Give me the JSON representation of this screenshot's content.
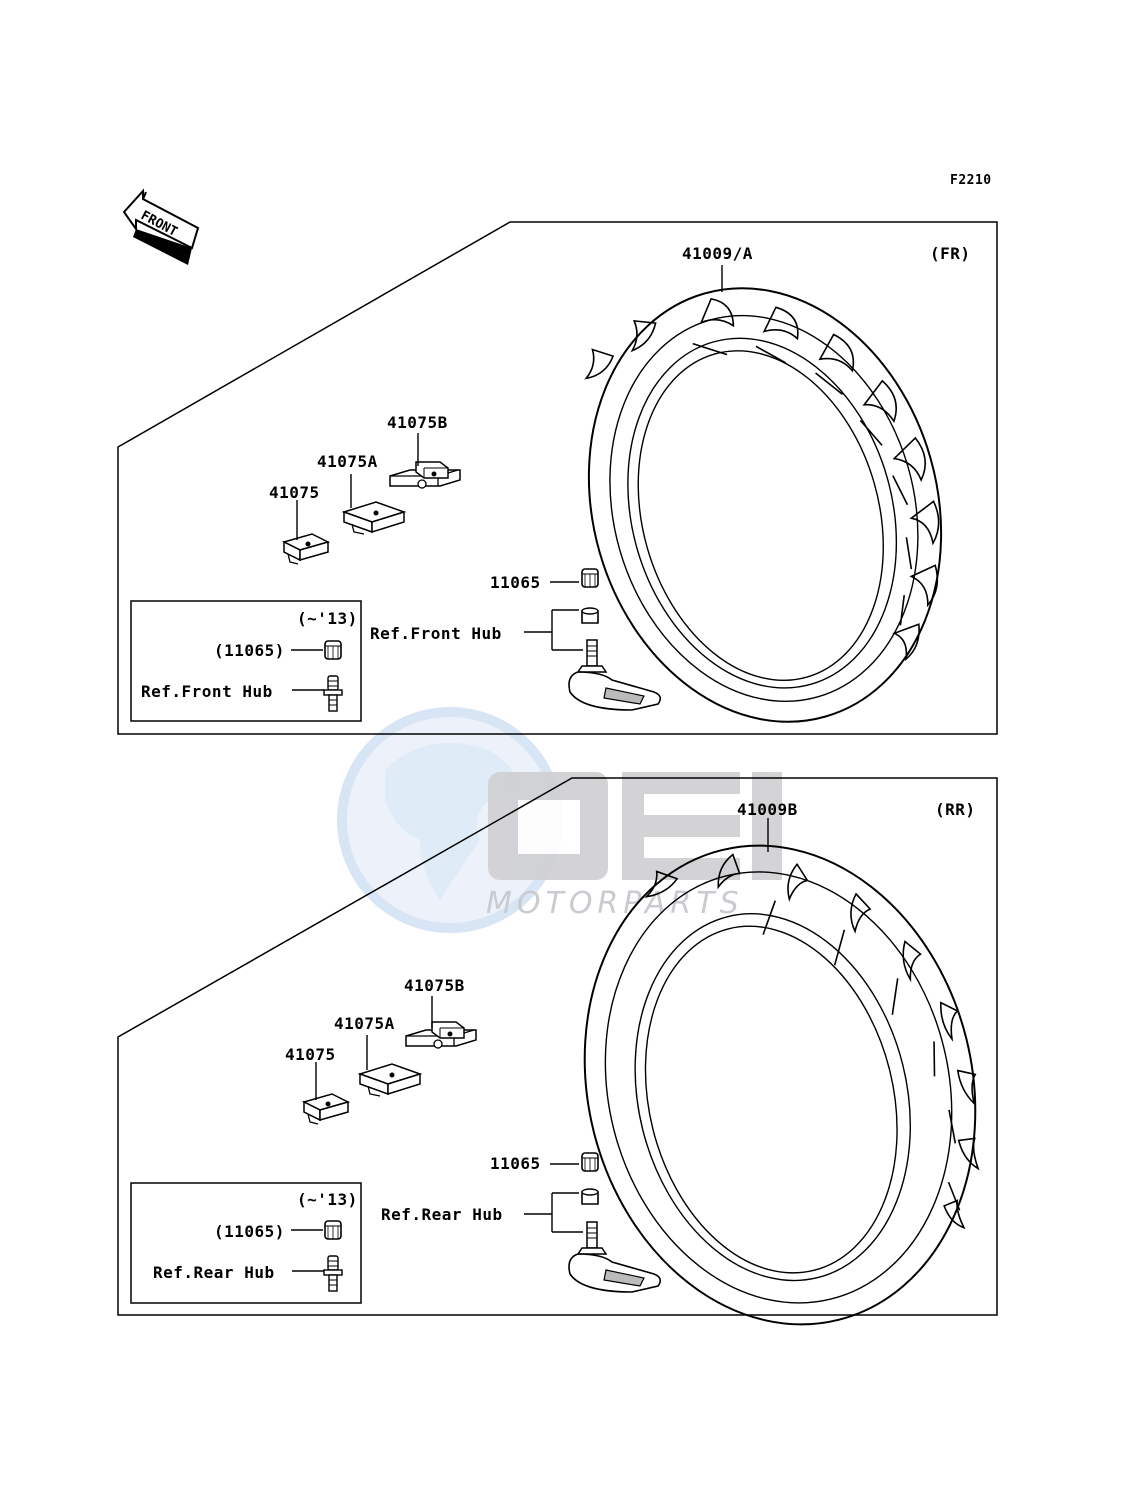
{
  "figure_code": "F2210",
  "front_arrow_label": "FRONT",
  "watermark": {
    "brand": "OEM",
    "tagline": "MOTORPARTS"
  },
  "front_panel": {
    "position": "(FR)",
    "tire_part": "41009/A",
    "weights": [
      "41075",
      "41075A",
      "41075B"
    ],
    "valve_cap": "11065",
    "hub_ref": "Ref.Front Hub",
    "inset": {
      "range": "(~'13)",
      "cap": "(11065)",
      "hub_ref": "Ref.Front Hub"
    }
  },
  "rear_panel": {
    "position": "(RR)",
    "tire_part": "41009B",
    "weights": [
      "41075",
      "41075A",
      "41075B"
    ],
    "valve_cap": "11065",
    "hub_ref": "Ref.Rear Hub",
    "inset": {
      "range": "(~'13)",
      "cap": "(11065)",
      "hub_ref": "Ref.Rear Hub"
    }
  }
}
